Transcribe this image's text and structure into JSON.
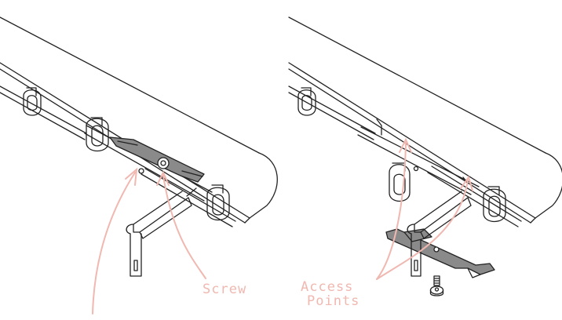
{
  "labels": {
    "screw": "Screw",
    "access_line1": "Access",
    "access_line2": "Points"
  },
  "colors": {
    "line": "#222222",
    "annotation": "#f0b8b0",
    "part_fill": "#8a8a8a",
    "background": "#ffffff"
  },
  "icons": {
    "left_panel": "rail-with-cover-installed",
    "right_panel": "rail-with-cover-removed",
    "fastener": "screw-icon"
  }
}
